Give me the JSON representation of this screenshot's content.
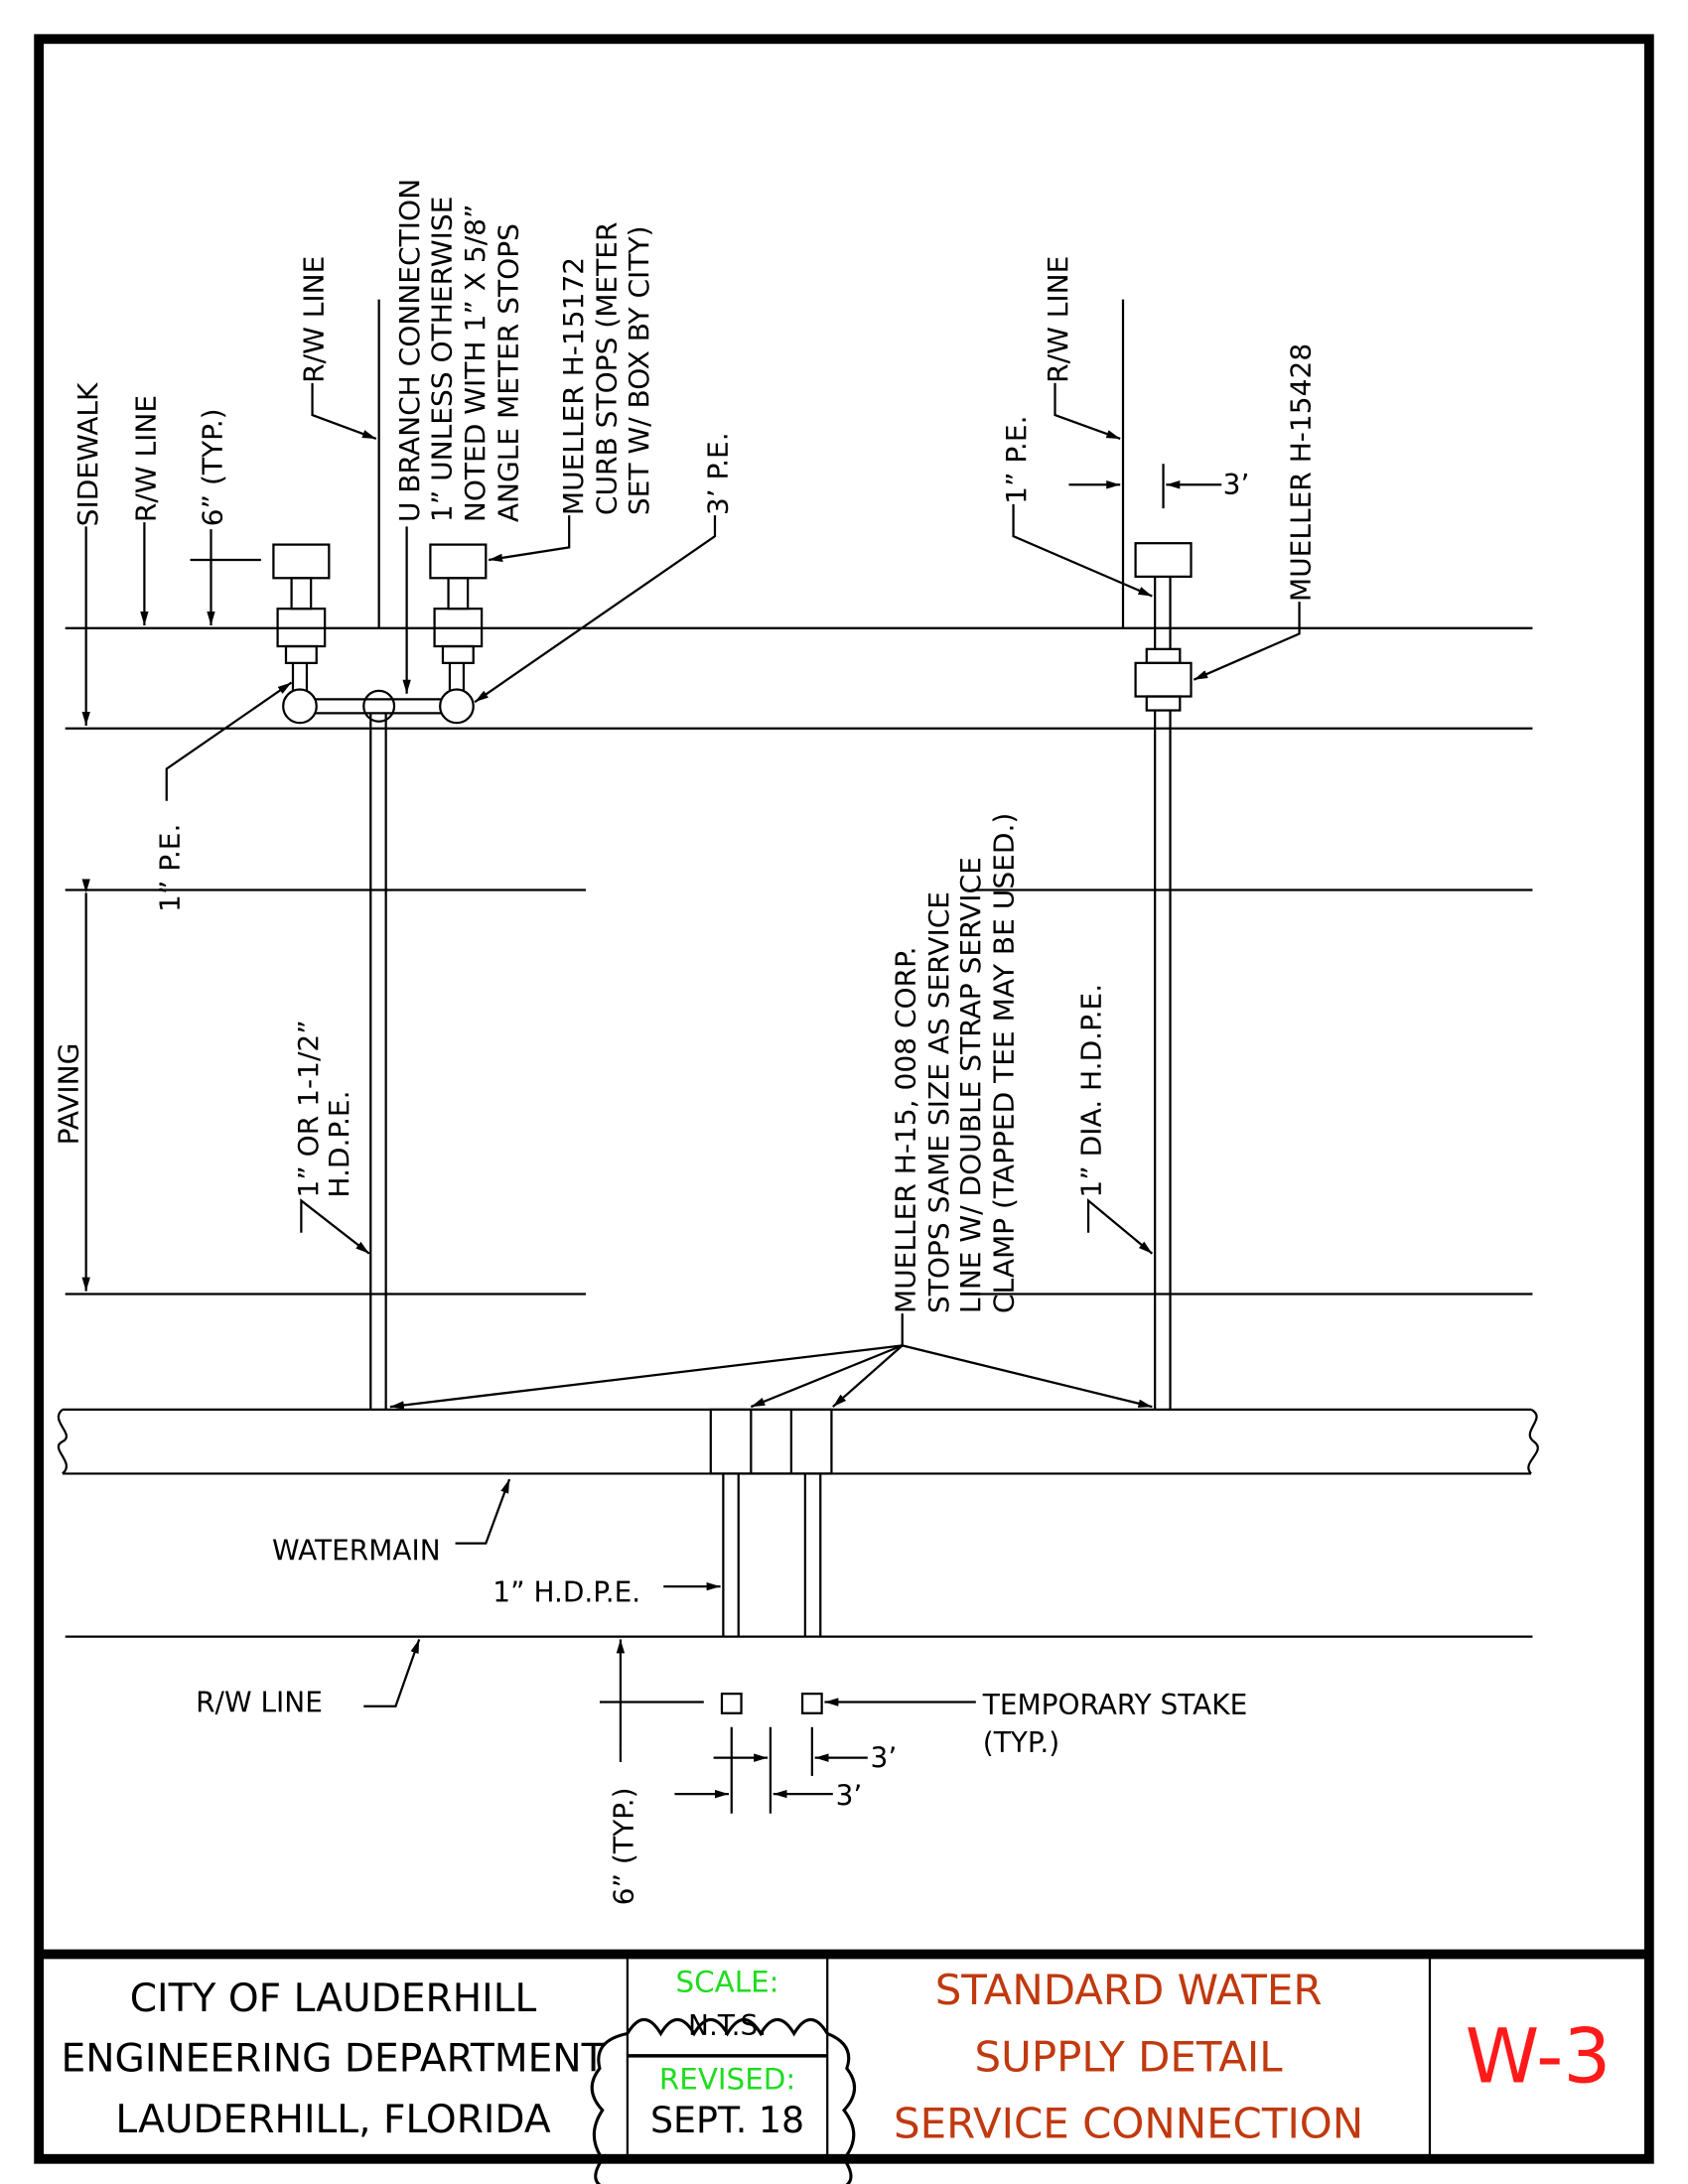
{
  "labels": {
    "sidewalk": "SIDEWALK",
    "rw_line_1": "R/W LINE",
    "typ_6_top": "6” (TYP.)",
    "rw_line_2": "R/W LINE",
    "u_branch": [
      "U BRANCH CONNECTION",
      "1” UNLESS OTHERWISE",
      "NOTED WITH 1” X 5/8”",
      "ANGLE METER STOPS"
    ],
    "mueller_15172": [
      "MUELLER H-15172",
      "CURB STOPS (METER",
      "SET W/ BOX BY CITY)"
    ],
    "pe_3": "3’ P.E.",
    "pe_1_left": "1” P.E.",
    "paving": "PAVING",
    "hdpe_left": [
      "1” OR 1-1/2”",
      "H.D.P.E."
    ],
    "corp_stops": [
      "MUELLER H-15, 008 CORP.",
      "STOPS SAME SIZE AS SERVICE",
      "LINE W/ DOUBLE STRAP SERVICE",
      "CLAMP (TAPPED TEE MAY BE USED.)"
    ],
    "hdpe_right": "1” DIA. H.D.P.E.",
    "rw_line_right": "R/W LINE",
    "pe_1_right": "1” P.E.",
    "dim_3_right": "3’",
    "mueller_15428": "MUELLER H-15428",
    "watermain": "WATERMAIN",
    "hdpe_bottom": "1” H.D.P.E.",
    "rw_line_bottom": "R/W LINE",
    "temp_stake": [
      "TEMPORARY STAKE",
      "(TYP.)"
    ],
    "typ_6_bottom": "6” (TYP.)",
    "dim_3_a": "3’",
    "dim_3_b": "3’"
  },
  "title_block": {
    "agency": [
      "CITY OF LAUDERHILL",
      "ENGINEERING DEPARTMENT",
      "LAUDERHILL, FLORIDA"
    ],
    "scale_label": "SCALE:",
    "scale_value": "N.T.S.",
    "revised_label": "REVISED:",
    "revised_value": "SEPT. 18",
    "title": [
      "STANDARD WATER",
      "SUPPLY DETAIL",
      "SERVICE CONNECTION"
    ],
    "sheet": "W-3"
  },
  "colors": {
    "green": "#1fdc1f",
    "brown": "#c0390f",
    "red": "#ff1a1a"
  }
}
